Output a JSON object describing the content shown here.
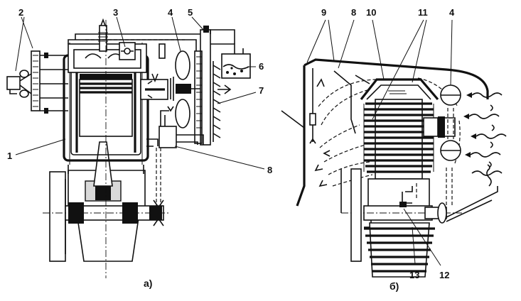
{
  "figure_a": {
    "caption": "а)",
    "callouts": [
      "1",
      "2",
      "3",
      "4",
      "5",
      "6",
      "7",
      "8"
    ]
  },
  "figure_b": {
    "caption": "б)",
    "callouts": [
      "9",
      "8",
      "10",
      "11",
      "4",
      "12",
      "13"
    ]
  },
  "colors": {
    "ink": "#111111",
    "paper": "#ffffff",
    "fill": "#d9d9d9"
  }
}
